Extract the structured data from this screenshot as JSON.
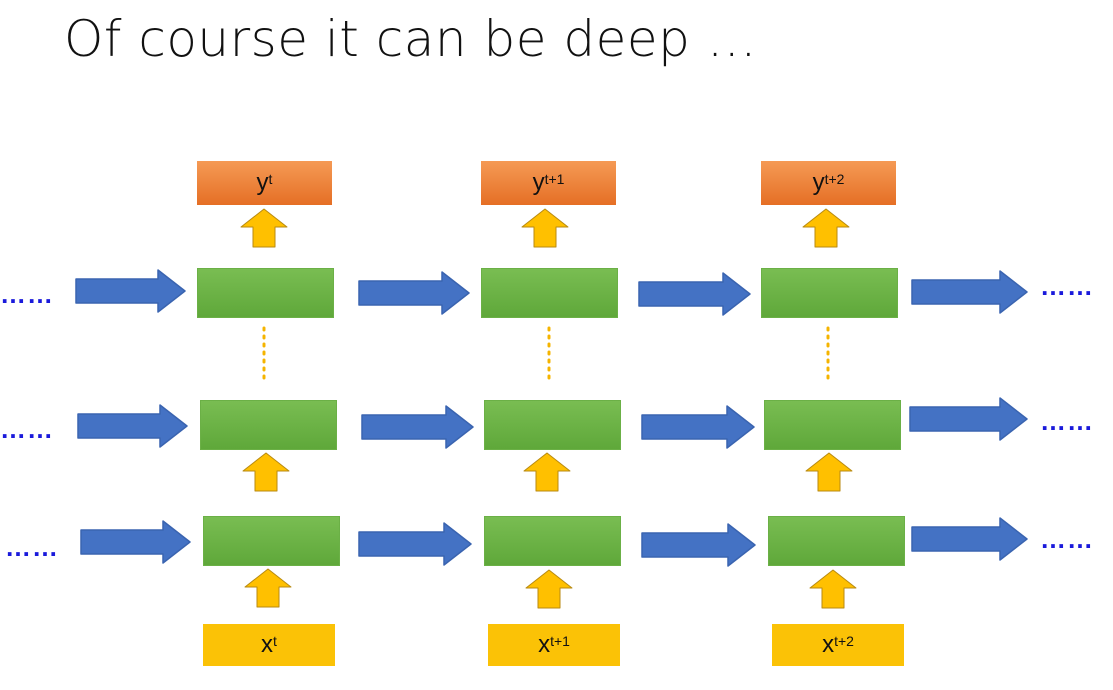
{
  "title": "Of course it can be deep …",
  "outputs": [
    {
      "base": "y",
      "sup": "t"
    },
    {
      "base": "y",
      "sup": "t+1"
    },
    {
      "base": "y",
      "sup": "t+2"
    }
  ],
  "inputs": [
    {
      "base": "x",
      "sup": "t"
    },
    {
      "base": "x",
      "sup": "t+1"
    },
    {
      "base": "x",
      "sup": "t+2"
    }
  ],
  "ellipsis": "……",
  "colors": {
    "output_box": "#ed7d31",
    "input_box": "#ffc000",
    "hidden_box": "#70ad47",
    "horizontal_arrow": "#4472c4",
    "vertical_arrow": "#ffc000",
    "dots": "#0000cc"
  },
  "icons": {
    "horizontal_arrow": "right-arrow-icon",
    "vertical_arrow": "up-arrow-icon"
  }
}
